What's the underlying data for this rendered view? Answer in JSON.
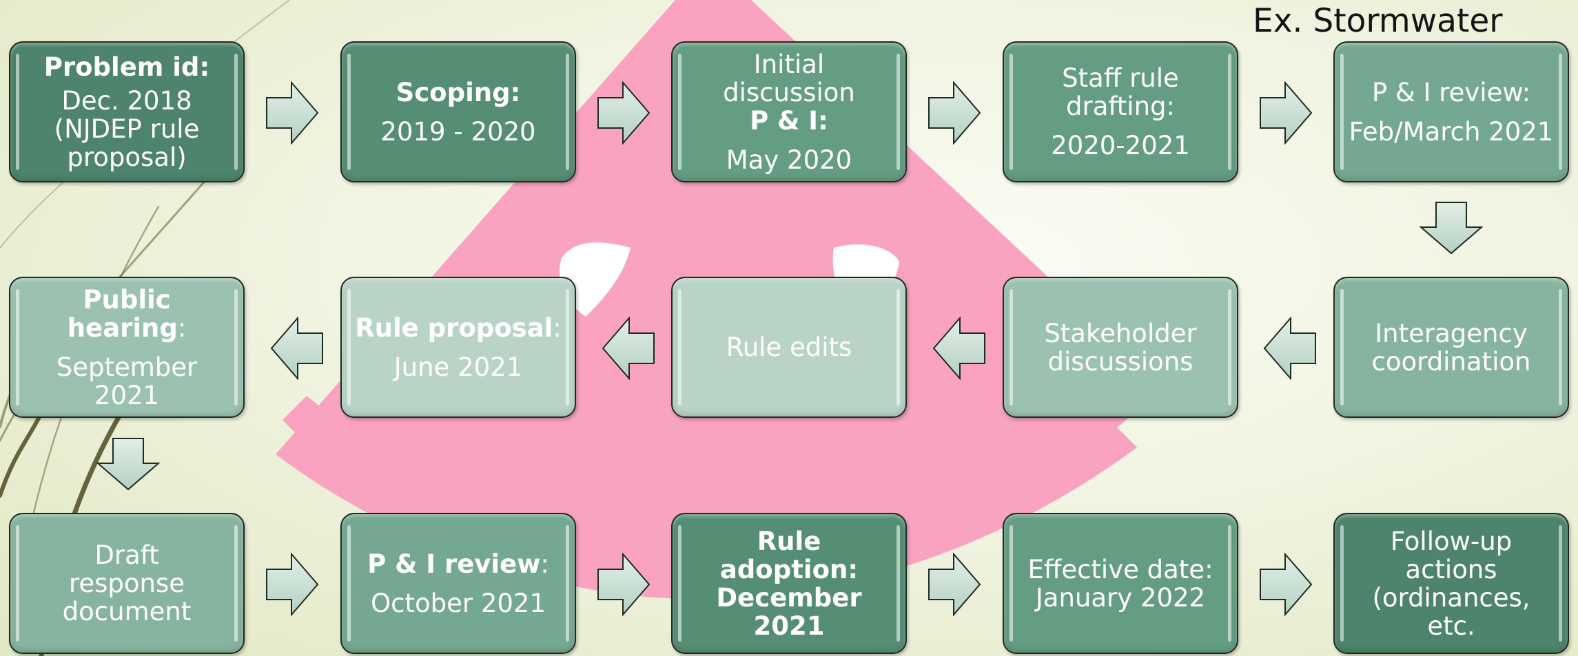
{
  "title": "Ex. Stormwater",
  "boxes": {
    "problem_id": {
      "label": "Problem id:",
      "value": "Dec. 2018 (NJDEP rule proposal)"
    },
    "scoping": {
      "label": "Scoping:",
      "value": "2019 - 2020"
    },
    "initial_discussion": {
      "prefix": "Initial discussion",
      "label": "P & I:",
      "value": "May 2020"
    },
    "staff_drafting": {
      "label": "Staff rule drafting:",
      "value": "2020-2021"
    },
    "pi_review_1": {
      "label": "P & I review:",
      "value": "Feb/March 2021"
    },
    "interagency": {
      "label": "Interagency coordination"
    },
    "stakeholder": {
      "label": "Stakeholder discussions"
    },
    "rule_edits": {
      "label": "Rule edits"
    },
    "rule_proposal": {
      "label": "Rule proposal",
      "colon": ":",
      "value": "June 2021"
    },
    "public_hearing": {
      "label": "Public hearing",
      "colon": ":",
      "value": "September 2021"
    },
    "draft_response": {
      "label": "Draft response document"
    },
    "pi_review_2": {
      "label": "P & I review",
      "colon": ":",
      "value": "October 2021"
    },
    "rule_adoption": {
      "label": "Rule adoption:",
      "value": "December 2021"
    },
    "effective_date": {
      "label": "Effective date:",
      "value": "January 2022"
    },
    "follow_up": {
      "label": "Follow-up actions (ordinances, etc."
    }
  },
  "colors": {
    "background": "#eef2dc",
    "watermark_pink": "#f9a3c0",
    "box_dark": "#4d846b",
    "box_light": "#b9d4c7",
    "arrow_fill": "#cfe3d8",
    "border": "#1f2a24"
  }
}
